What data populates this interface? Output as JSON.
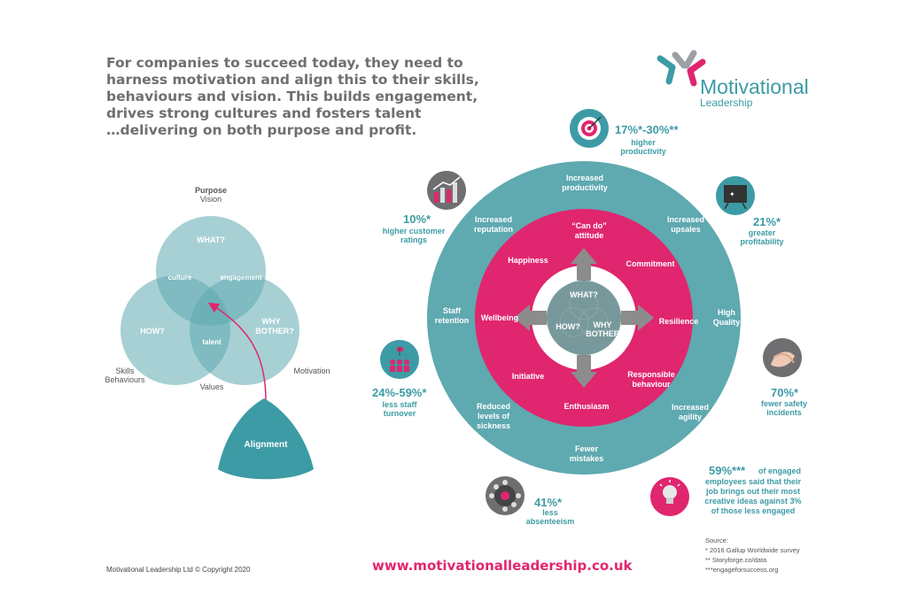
{
  "headline": [
    "For companies to succeed today, they need to",
    "harness motivation and align this to their skills,",
    "behaviours and vision. This builds engagement,",
    "drives strong cultures and fosters talent",
    "…delivering on both purpose and profit."
  ],
  "logo": {
    "name": "Motivational",
    "sub": "Leadership"
  },
  "venn": {
    "top_label": [
      "Purpose",
      "Vision"
    ],
    "left_label": [
      "Skills",
      "Behaviours"
    ],
    "right_label": "Motivation",
    "bottom_label": "Values",
    "what": "WHAT?",
    "how": "HOW?",
    "why": [
      "WHY",
      "BOTHER?"
    ],
    "culture": "culture",
    "engagement": "engagement",
    "talent": "talent",
    "alignment": "Alignment"
  },
  "outer_ring": {
    "top": [
      "Increased",
      "productivity"
    ],
    "top_left": [
      "Increased",
      "reputation"
    ],
    "top_right": [
      "Increased",
      "upsales"
    ],
    "left": [
      "Staff",
      "retention"
    ],
    "right": [
      "High",
      "Quality"
    ],
    "bottom_left": [
      "Reduced",
      "levels of",
      "sickness"
    ],
    "bottom_right": [
      "Increased",
      "agility"
    ],
    "bottom": [
      "Fewer",
      "mistakes"
    ]
  },
  "inner_ring": {
    "top": [
      "“Can do”",
      "attitude"
    ],
    "happiness": "Happiness",
    "commitment": "Commitment",
    "wellbeing": "Wellbeing",
    "resilience": "Resilience",
    "initiative": "Initiative",
    "responsible": [
      "Responsible",
      "behaviour"
    ],
    "enthusiasm": "Enthusiasm"
  },
  "center": {
    "what": "WHAT?",
    "how": "HOW?",
    "why": [
      "WHY",
      "BOTHER?"
    ]
  },
  "stats": {
    "productivity": {
      "value": "17%*-30%**",
      "text": [
        "higher",
        "productivity"
      ]
    },
    "customer": {
      "value": "10%*",
      "text": [
        "higher customer",
        "ratings"
      ]
    },
    "profitability": {
      "value": "21%*",
      "text": [
        "greater",
        "profitability"
      ]
    },
    "turnover": {
      "value": "24%-59%*",
      "text": [
        "less staff",
        "turnover"
      ]
    },
    "safety": {
      "value": "70%*",
      "text": [
        "fewer safety",
        "incidents"
      ]
    },
    "absenteeism": {
      "value": "41%*",
      "text": [
        "less",
        "absenteeism"
      ]
    },
    "creative": {
      "value": "59%***",
      "text": [
        "of engaged",
        "employees said that their",
        "job brings out their most",
        "creative ideas against 3%",
        "of those less engaged"
      ]
    }
  },
  "footer": {
    "copyright": "Motivational Leadership Ltd © Copyright 2020",
    "url": "www.motivationalleadership.co.uk",
    "source_title": "Source:",
    "sources": [
      "* 2016 Gallup Worldwide survey",
      "** Storyforge.co/data",
      "***engageforsuccess.org"
    ]
  },
  "colors": {
    "teal": "#5fa9b0",
    "teal_dark": "#3d9ba5",
    "pink": "#e0266f",
    "grey": "#6f6f72"
  }
}
